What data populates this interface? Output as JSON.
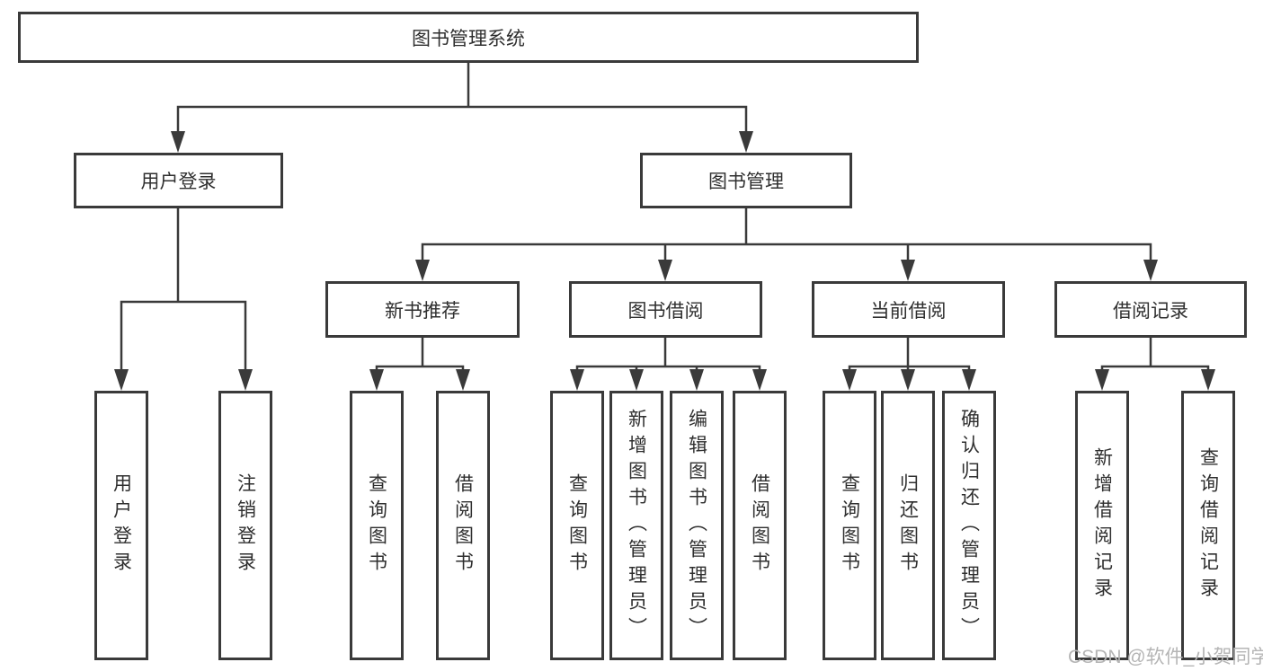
{
  "diagram": {
    "root": {
      "label": "图书管理系统",
      "children": [
        {
          "label": "用户登录",
          "children": [
            {
              "label": "用户登录"
            },
            {
              "label": "注销登录"
            }
          ]
        },
        {
          "label": "图书管理",
          "children": [
            {
              "label": "新书推荐",
              "children": [
                {
                  "label": "查询图书"
                },
                {
                  "label": "借阅图书"
                }
              ]
            },
            {
              "label": "图书借阅",
              "children": [
                {
                  "label": "查询图书"
                },
                {
                  "label": "新增图书（管理员）"
                },
                {
                  "label": "编辑图书（管理员）"
                },
                {
                  "label": "借阅图书"
                }
              ]
            },
            {
              "label": "当前借阅",
              "children": [
                {
                  "label": "查询图书"
                },
                {
                  "label": "归还图书"
                },
                {
                  "label": "确认归还（管理员）"
                }
              ]
            },
            {
              "label": "借阅记录",
              "children": [
                {
                  "label": "新增借阅记录"
                },
                {
                  "label": "查询借阅记录"
                }
              ]
            }
          ]
        }
      ]
    }
  },
  "watermark": {
    "text": "CSDN @软件_小贺同学"
  },
  "colors": {
    "line": "#3a3a3a",
    "box_border": "#3a3a3a",
    "text": "#2f2f2f",
    "background": "#ffffff",
    "watermark": "#b5b5b5"
  }
}
